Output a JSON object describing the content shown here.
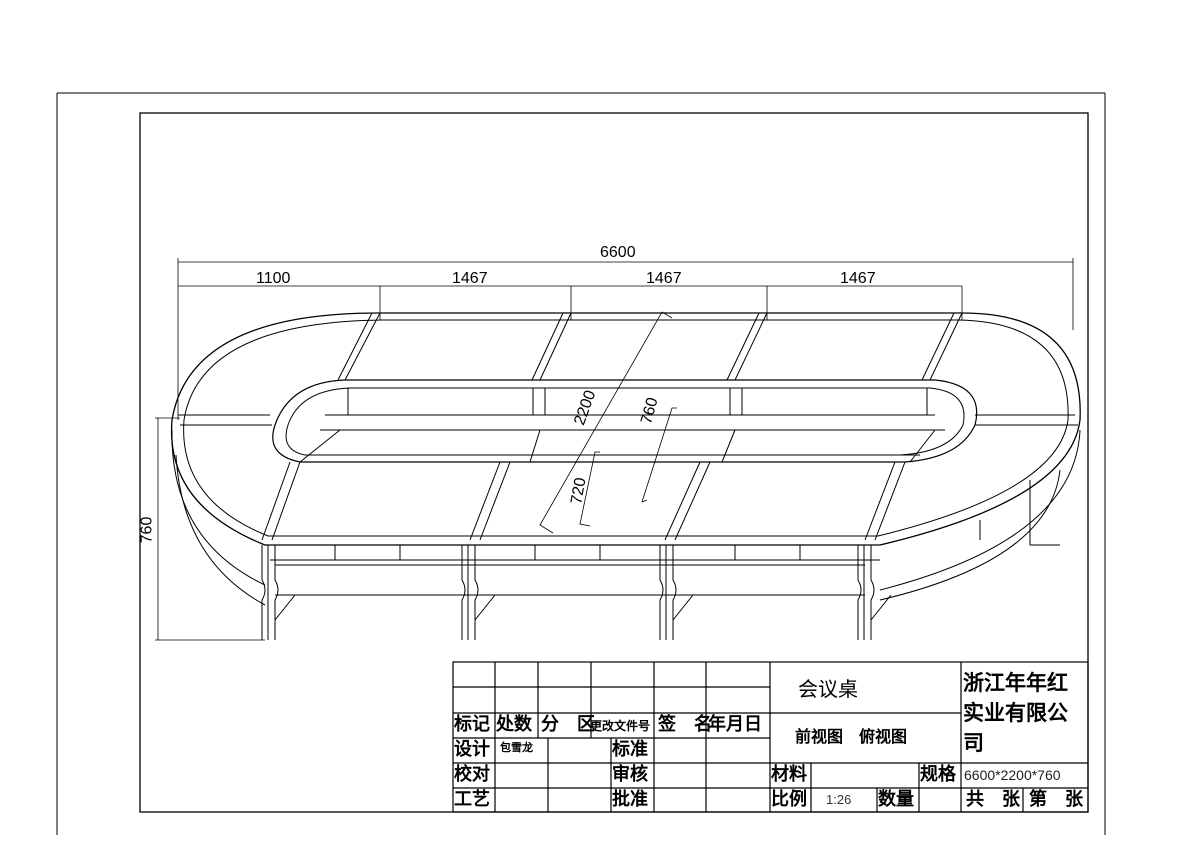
{
  "drawing": {
    "dimensions": {
      "overall_length": "6600",
      "segment_1": "1100",
      "segment_2": "1467",
      "segment_3": "1467",
      "segment_4": "1467",
      "height": "760",
      "depth": "2200",
      "inner_760": "760",
      "inner_720": "720"
    }
  },
  "title_block": {
    "labels": {
      "mark": "标记",
      "count": "处数",
      "zone": "分　区",
      "change_doc": "更改文件号",
      "sign": "签　名",
      "date": "年月日",
      "design": "设计",
      "check": "校对",
      "process": "工艺",
      "standard": "标准",
      "review": "审核",
      "approve": "批准",
      "material": "材料",
      "spec": "规格",
      "scale": "比例",
      "quantity": "数量",
      "total_sheets": "共　张",
      "sheet_no": "第　张"
    },
    "designer": "包雪龙",
    "product_name": "会议桌",
    "views": "前视图　俯视图",
    "company": "浙江年年红实业有限公司",
    "spec_value": "6600*2200*760",
    "scale_value": "1:26"
  }
}
